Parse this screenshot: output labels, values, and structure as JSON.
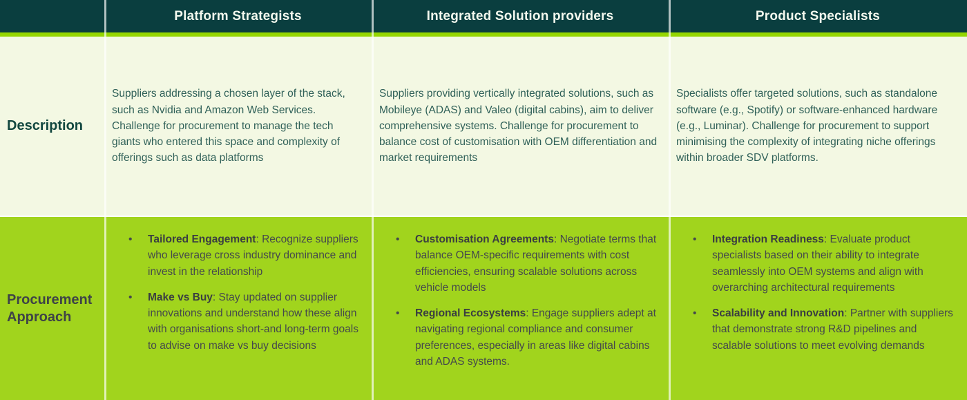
{
  "glyphs": {
    "bullet": "•"
  },
  "colors": {
    "header_bg": "#0a3e3f",
    "header_text": "#f3f8ee",
    "accent_bar": "#95d601",
    "description_row_bg": "#f3f8e3",
    "procurement_row_bg": "#a1d41d",
    "description_label_text": "#11473f",
    "description_body_text": "#2f6058",
    "procurement_text": "#45494c"
  },
  "table": {
    "row_labels": {
      "description": "Description",
      "procurement": "Procurement Approach"
    },
    "columns": [
      {
        "header": "Platform Strategists",
        "description": "Suppliers addressing a chosen layer of the stack, such as Nvidia and Amazon Web Services. Challenge for procurement to manage the tech giants who entered this space and complexity of offerings such as data platforms",
        "bullets": [
          {
            "title": "Tailored Engagement",
            "text": ": Recognize suppliers who leverage cross industry dominance and invest in the relationship"
          },
          {
            "title": "Make vs Buy",
            "text": ": Stay updated on supplier innovations and understand how these align with organisations short-and long-term goals to advise on make vs buy decisions"
          }
        ]
      },
      {
        "header": "Integrated Solution providers",
        "description": "Suppliers providing vertically integrated solutions, such as Mobileye (ADAS) and Valeo (digital cabins), aim to deliver comprehensive systems. Challenge for procurement to balance cost of customisation with OEM differentiation and market requirements",
        "bullets": [
          {
            "title": "Customisation Agreements",
            "text": ": Negotiate terms that balance OEM-specific requirements with cost efficiencies, ensuring scalable solutions across vehicle models"
          },
          {
            "title": "Regional Ecosystems",
            "text": ": Engage suppliers adept at navigating regional compliance and consumer preferences, especially in areas like digital cabins and ADAS systems."
          }
        ]
      },
      {
        "header": "Product Specialists",
        "description": "Specialists offer targeted solutions, such as standalone software (e.g., Spotify) or software-enhanced hardware (e.g., Luminar). Challenge for procurement to support minimising the complexity of integrating niche offerings within broader SDV platforms.",
        "bullets": [
          {
            "title": "Integration Readiness",
            "text": ": Evaluate product specialists based on their ability to integrate seamlessly into OEM systems and align with overarching architectural requirements"
          },
          {
            "title": "Scalability and Innovation",
            "text": ": Partner with suppliers that demonstrate strong R&D pipelines and scalable solutions to meet evolving demands"
          }
        ]
      }
    ]
  }
}
